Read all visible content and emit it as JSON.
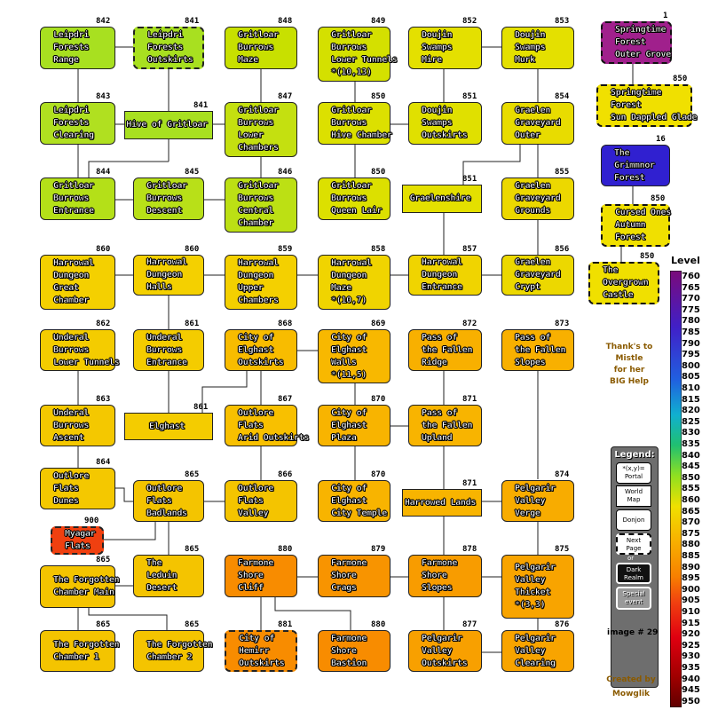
{
  "nodes": [
    {
      "id": "leipdri-range",
      "lines": [
        "Leipdri",
        "Forests",
        "Range"
      ],
      "level": "842",
      "color": "#a8e020"
    },
    {
      "id": "leipdri-outskirts",
      "lines": [
        "Leipdri",
        "Forests",
        "Outskirts"
      ],
      "level": "841",
      "color": "#a8e020"
    },
    {
      "id": "gritloar-maze",
      "lines": [
        "Gritloar",
        "Burrows",
        "Maze"
      ],
      "level": "848",
      "color": "#c8e000"
    },
    {
      "id": "gritloar-lower-tunnels",
      "lines": [
        "Gritloar",
        "Burrows",
        "Lower Tunnels",
        "*(10,13)"
      ],
      "level": "849",
      "color": "#d4e000"
    },
    {
      "id": "doujin-mire",
      "lines": [
        "Doujin",
        "Swamps",
        "Mire"
      ],
      "level": "852",
      "color": "#e4e000"
    },
    {
      "id": "doujin-murk",
      "lines": [
        "Doujin",
        "Swamps",
        "Murk"
      ],
      "level": "853",
      "color": "#e4e000"
    },
    {
      "id": "springtime-outer-grove",
      "lines": [
        "Springtime",
        "Forest",
        "Outer Grove"
      ],
      "level": "1",
      "color": "#a0208c"
    },
    {
      "id": "springtime-sun-dappled",
      "lines": [
        "Springtime",
        "Forest",
        "Sun Dappled Glade"
      ],
      "level": "850",
      "color": "#f0e000"
    },
    {
      "id": "leipdri-clearing",
      "lines": [
        "Leipdri",
        "Forests",
        "Clearing"
      ],
      "level": "843",
      "color": "#b0e020"
    },
    {
      "id": "hive-of-gritloar",
      "lines": [
        "Hive of Gritloar"
      ],
      "level": "841",
      "color": "#a8e020"
    },
    {
      "id": "gritloar-lower-chambers",
      "lines": [
        "Gritloar",
        "Burrows",
        "Lower",
        "Chambers"
      ],
      "level": "847",
      "color": "#c4e010"
    },
    {
      "id": "gritloar-hive-chamber",
      "lines": [
        "Gritloar",
        "Burrows",
        "Hive Chamber"
      ],
      "level": "850",
      "color": "#dce000"
    },
    {
      "id": "doujin-outskirts",
      "lines": [
        "Doujin",
        "Swamps",
        "Outskirts"
      ],
      "level": "851",
      "color": "#e0e000"
    },
    {
      "id": "graelen-graveyard-outer",
      "lines": [
        "Graelen",
        "Graveyard",
        "Outer"
      ],
      "level": "854",
      "color": "#e8dc00"
    },
    {
      "id": "grimmnor-forest",
      "lines": [
        "The",
        "Grimmnor",
        "Forest"
      ],
      "level": "16",
      "color": "#3020d0"
    },
    {
      "id": "gritloar-entrance",
      "lines": [
        "Gritloar",
        "Burrows",
        "Entrance"
      ],
      "level": "844",
      "color": "#b4e018"
    },
    {
      "id": "gritloar-descent",
      "lines": [
        "Gritloar",
        "Burrows",
        "Descent"
      ],
      "level": "845",
      "color": "#b8e018"
    },
    {
      "id": "gritloar-central-chamber",
      "lines": [
        "Gritloar",
        "Burrows",
        "Central",
        "Chamber"
      ],
      "level": "846",
      "color": "#bce014"
    },
    {
      "id": "gritloar-queen-lair",
      "lines": [
        "Gritloar",
        "Burrows",
        "Queen Lair"
      ],
      "level": "850",
      "color": "#dce000"
    },
    {
      "id": "graelenshire",
      "lines": [
        "Graelenshire"
      ],
      "level": "851",
      "color": "#e4e000"
    },
    {
      "id": "graelen-graveyard-grounds",
      "lines": [
        "Graelen",
        "Graveyard",
        "Grounds"
      ],
      "level": "855",
      "color": "#ecd800"
    },
    {
      "id": "cursed-ones-autumn",
      "lines": [
        "Cursed Ones",
        "Autumn",
        "Forest"
      ],
      "level": "850",
      "color": "#f0e000"
    },
    {
      "id": "overgrown-castle",
      "lines": [
        "The",
        "Overgrown",
        "Castle"
      ],
      "level": "850",
      "color": "#f0e000"
    },
    {
      "id": "harrowal-great-chamber",
      "lines": [
        "Harrowal",
        "Dungeon",
        "Great",
        "Chamber"
      ],
      "level": "860",
      "color": "#f4d000"
    },
    {
      "id": "harrowal-halls",
      "lines": [
        "Harrowal",
        "Dungeon",
        "Halls"
      ],
      "level": "860",
      "color": "#f4d000"
    },
    {
      "id": "harrowal-upper-chambers",
      "lines": [
        "Harrowal",
        "Dungeon",
        "Upper",
        "Chambers"
      ],
      "level": "859",
      "color": "#f4d000"
    },
    {
      "id": "harrowal-maze",
      "lines": [
        "Harrowal",
        "Dungeon",
        "Maze",
        "*(10,7)"
      ],
      "level": "858",
      "color": "#f0d400"
    },
    {
      "id": "harrowal-entrance",
      "lines": [
        "Harrowal",
        "Dungeon",
        "Entrance"
      ],
      "level": "857",
      "color": "#f0d400"
    },
    {
      "id": "graelen-graveyard-crypt",
      "lines": [
        "Graelen",
        "Graveyard",
        "Crypt"
      ],
      "level": "856",
      "color": "#ecd800"
    },
    {
      "id": "underal-lower-tunnels",
      "lines": [
        "Underal",
        "Burrows",
        "Lower Tunnels"
      ],
      "level": "862",
      "color": "#f4cc00"
    },
    {
      "id": "underal-entrance",
      "lines": [
        "Underal",
        "Burrows",
        "Entrance"
      ],
      "level": "861",
      "color": "#f4cc00"
    },
    {
      "id": "elghast-outskirts",
      "lines": [
        "City of",
        "Elghast",
        "Outskirts"
      ],
      "level": "868",
      "color": "#f8bc00"
    },
    {
      "id": "elghast-walls",
      "lines": [
        "City of",
        "Elghast",
        "Walls",
        "*(11,5)"
      ],
      "level": "869",
      "color": "#f8b800"
    },
    {
      "id": "pass-fallen-ridge",
      "lines": [
        "Pass of",
        "the Fallen",
        "Ridge"
      ],
      "level": "872",
      "color": "#f8b000"
    },
    {
      "id": "pass-fallen-slopes",
      "lines": [
        "Pass of",
        "the Fallen",
        "Slopes"
      ],
      "level": "873",
      "color": "#f8b000"
    },
    {
      "id": "underal-ascent",
      "lines": [
        "Underal",
        "Burrows",
        "Ascent"
      ],
      "level": "863",
      "color": "#f4c800"
    },
    {
      "id": "elghast",
      "lines": [
        "Elghast"
      ],
      "level": "861",
      "color": "#f4cc00"
    },
    {
      "id": "outlore-arid-outskirts",
      "lines": [
        "Outlore",
        "Flats",
        "Arid Outskirts"
      ],
      "level": "867",
      "color": "#f8c000"
    },
    {
      "id": "elghast-plaza",
      "lines": [
        "City of",
        "Elghast",
        "Plaza"
      ],
      "level": "870",
      "color": "#f8b400"
    },
    {
      "id": "pass-fallen-upland",
      "lines": [
        "Pass of",
        "the Fallen",
        "Upland"
      ],
      "level": "871",
      "color": "#f8b400"
    },
    {
      "id": "outlore-dunes",
      "lines": [
        "Outlore",
        "Flats",
        "Dunes"
      ],
      "level": "864",
      "color": "#f4c800"
    },
    {
      "id": "outlore-badlands",
      "lines": [
        "Outlore",
        "Flats",
        "Badlands"
      ],
      "level": "865",
      "color": "#f4c400"
    },
    {
      "id": "outlore-valley",
      "lines": [
        "Outlore",
        "Flats",
        "Valley"
      ],
      "level": "866",
      "color": "#f4c400"
    },
    {
      "id": "elghast-city-temple",
      "lines": [
        "City of",
        "Elghast",
        "City Temple"
      ],
      "level": "870",
      "color": "#f8b400"
    },
    {
      "id": "harrowed-lands",
      "lines": [
        "Harrowed Lands"
      ],
      "level": "871",
      "color": "#f8b400"
    },
    {
      "id": "pelgarir-verge",
      "lines": [
        "Pelgarir",
        "Valley",
        "Verge"
      ],
      "level": "874",
      "color": "#f8ac00"
    },
    {
      "id": "myagar-flats",
      "lines": [
        "Myagar",
        "Flats"
      ],
      "level": "900",
      "color": "#f04010"
    },
    {
      "id": "forgotten-chamber-main",
      "lines": [
        "The Forgotten",
        "Chamber Main"
      ],
      "level": "865",
      "color": "#f4c400"
    },
    {
      "id": "leduin-desert",
      "lines": [
        "The",
        "Leduin",
        "Desert"
      ],
      "level": "865",
      "color": "#f4c400"
    },
    {
      "id": "farmone-cliff",
      "lines": [
        "Farmone",
        "Shore",
        "Cliff"
      ],
      "level": "880",
      "color": "#f88c00"
    },
    {
      "id": "farmone-crags",
      "lines": [
        "Farmone",
        "Shore",
        "Crags"
      ],
      "level": "879",
      "color": "#f89400"
    },
    {
      "id": "farmone-slopes",
      "lines": [
        "Farmone",
        "Shore",
        "Slopes"
      ],
      "level": "878",
      "color": "#f89c00"
    },
    {
      "id": "pelgarir-thicket",
      "lines": [
        "Pelgarir",
        "Valley",
        "Thicket",
        "*(3,3)"
      ],
      "level": "875",
      "color": "#f8a400"
    },
    {
      "id": "forgotten-chamber-1",
      "lines": [
        "The Forgotten",
        "Chamber 1"
      ],
      "level": "865",
      "color": "#f4c400"
    },
    {
      "id": "forgotten-chamber-2",
      "lines": [
        "The Forgotten",
        "Chamber 2"
      ],
      "level": "865",
      "color": "#f4c400"
    },
    {
      "id": "hemirr-outskirts",
      "lines": [
        "City of",
        "Hemirr",
        "Outskirts"
      ],
      "level": "881",
      "color": "#f88c00"
    },
    {
      "id": "farmone-bastion",
      "lines": [
        "Farmone",
        "Shore",
        "Bastion"
      ],
      "level": "880",
      "color": "#f88c00"
    },
    {
      "id": "pelgarir-outskirts",
      "lines": [
        "Pelgarir",
        "Valley",
        "Outskirts"
      ],
      "level": "877",
      "color": "#f8a000"
    },
    {
      "id": "pelgarir-clearing",
      "lines": [
        "Pelgarir",
        "Valley",
        "Clearing"
      ],
      "level": "876",
      "color": "#f8a400"
    }
  ],
  "level_scale": {
    "title": "Level",
    "ticks": [
      "760",
      "765",
      "770",
      "775",
      "780",
      "785",
      "790",
      "795",
      "800",
      "805",
      "810",
      "815",
      "820",
      "825",
      "830",
      "835",
      "840",
      "845",
      "850",
      "855",
      "860",
      "865",
      "870",
      "875",
      "880",
      "885",
      "890",
      "895",
      "900",
      "905",
      "910",
      "915",
      "920",
      "925",
      "930",
      "935",
      "940",
      "945",
      "950"
    ]
  },
  "thanks_text": [
    "Thank's to",
    "Mistle",
    "for her",
    "BIG Help"
  ],
  "legend": {
    "title": "Legend:",
    "items": [
      {
        "label": "*(x,y)=\nPortal"
      },
      {
        "label": "World\nMap"
      },
      {
        "label": "Donjon"
      },
      {
        "label": "Next\nPage"
      },
      {
        "label": "Dark\nRealm"
      },
      {
        "label": "Special\nevent"
      }
    ],
    "or_label": "or"
  },
  "image_number": "image # 29",
  "credits": [
    "Created by",
    "Mowglik"
  ]
}
